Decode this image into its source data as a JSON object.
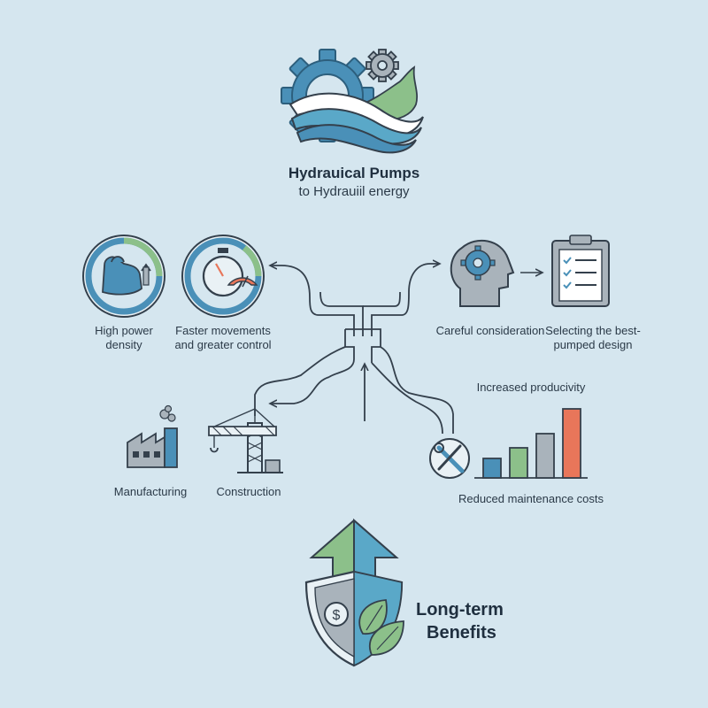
{
  "header": {
    "title": "Hydrauical Pumps",
    "subtitle": "to Hydrauiil energy"
  },
  "benefits": {
    "power_label_line1": "High power",
    "power_label_line2": "density",
    "speed_label_line1": "Faster movements",
    "speed_label_line2": "and greater control"
  },
  "selection": {
    "consideration_label": "Careful consideration",
    "design_label_line1": "Selecting the best-",
    "design_label_line2": "pumped design"
  },
  "applications": {
    "manufacturing_label": "Manufacturing",
    "construction_label": "Construction"
  },
  "results": {
    "productivity_label": "Increased producivity",
    "maintenance_label": "Reduced maintenance costs"
  },
  "footer": {
    "long_term_line1": "Long-term",
    "long_term_line2": "Benefits"
  },
  "colors": {
    "background": "#d5e6ef",
    "primary_blue": "#4a90b8",
    "teal": "#5aa8c8",
    "green": "#8cc08a",
    "dark": "#34404c",
    "gray": "#a9b3bb",
    "orange": "#e8765a"
  }
}
